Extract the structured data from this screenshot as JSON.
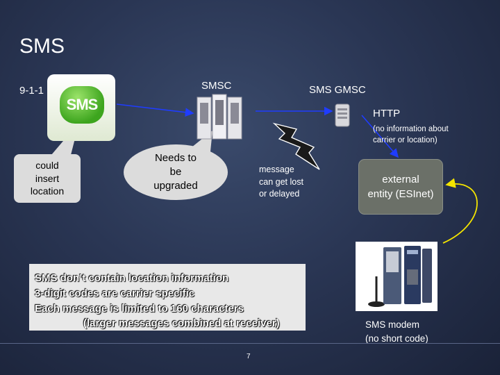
{
  "slide": {
    "title": "SMS",
    "page_number": "7"
  },
  "labels": {
    "emergency_number": "9-1-1",
    "smsc": "SMSC",
    "sms_gmsc": "SMS GMSC",
    "http": "HTTP",
    "http_note_line1": "(no information about",
    "http_note_line2": "carrier or location)",
    "message_note_line1": "message",
    "message_note_line2": "can get lost",
    "message_note_line3": "or delayed",
    "modem_line1": "SMS modem",
    "modem_line2": "(no short code)"
  },
  "sms_app_icon": {
    "text": "SMS",
    "icon": "sms-app-icon"
  },
  "callouts": {
    "phone": [
      "could",
      "insert",
      "location"
    ],
    "smsc": [
      "Needs to",
      "be",
      "upgraded"
    ]
  },
  "external_entity": [
    "external",
    "entity (ESInet)"
  ],
  "notes": [
    "SMS don’t contain location information",
    "3-digit codes are carrier specific",
    "Each message is limited to 160 characters",
    "(larger messages combined at receiver)"
  ],
  "colors": {
    "arrow_blue": "#1f3cff",
    "arrow_yellow": "#f4e400",
    "callout_grey": "#dcdcdc",
    "external_box": "#6b7068",
    "sms_green": "#3da51e"
  }
}
